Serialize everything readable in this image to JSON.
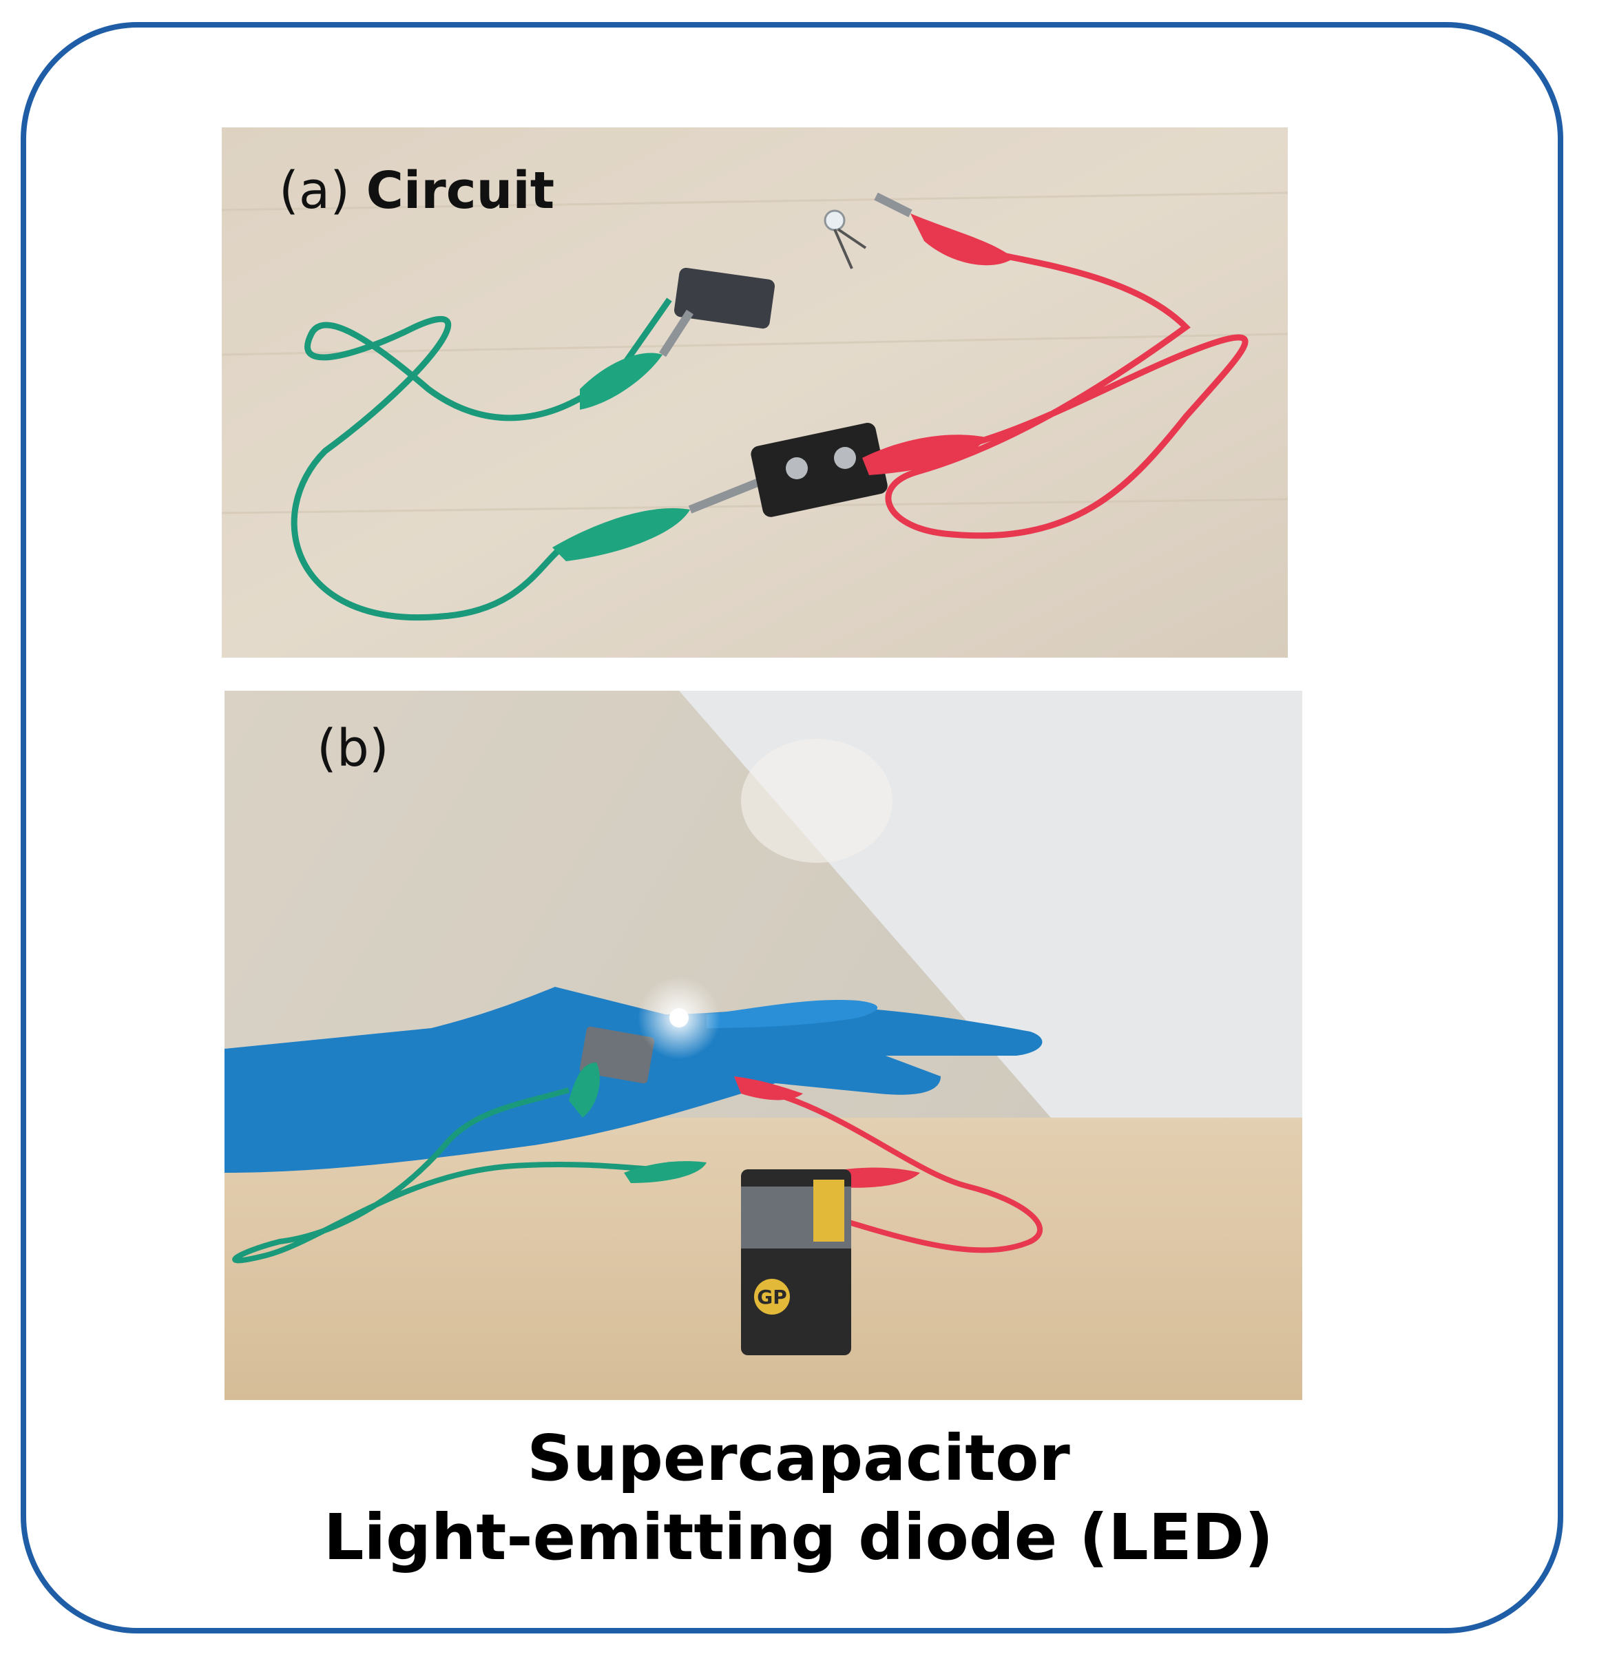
{
  "panel_a": {
    "letter": "(a)",
    "title": "Circuit"
  },
  "panel_b": {
    "letter": "(b)"
  },
  "caption": {
    "line1": "Supercapacitor",
    "line2": "Light-emitting diode (LED)"
  },
  "colors": {
    "frame": "#1f5ea6",
    "green_wire": "#1a9a7a",
    "red_wire": "#e8384f",
    "glove": "#1f7fc4"
  },
  "battery": {
    "brand": "GP"
  }
}
